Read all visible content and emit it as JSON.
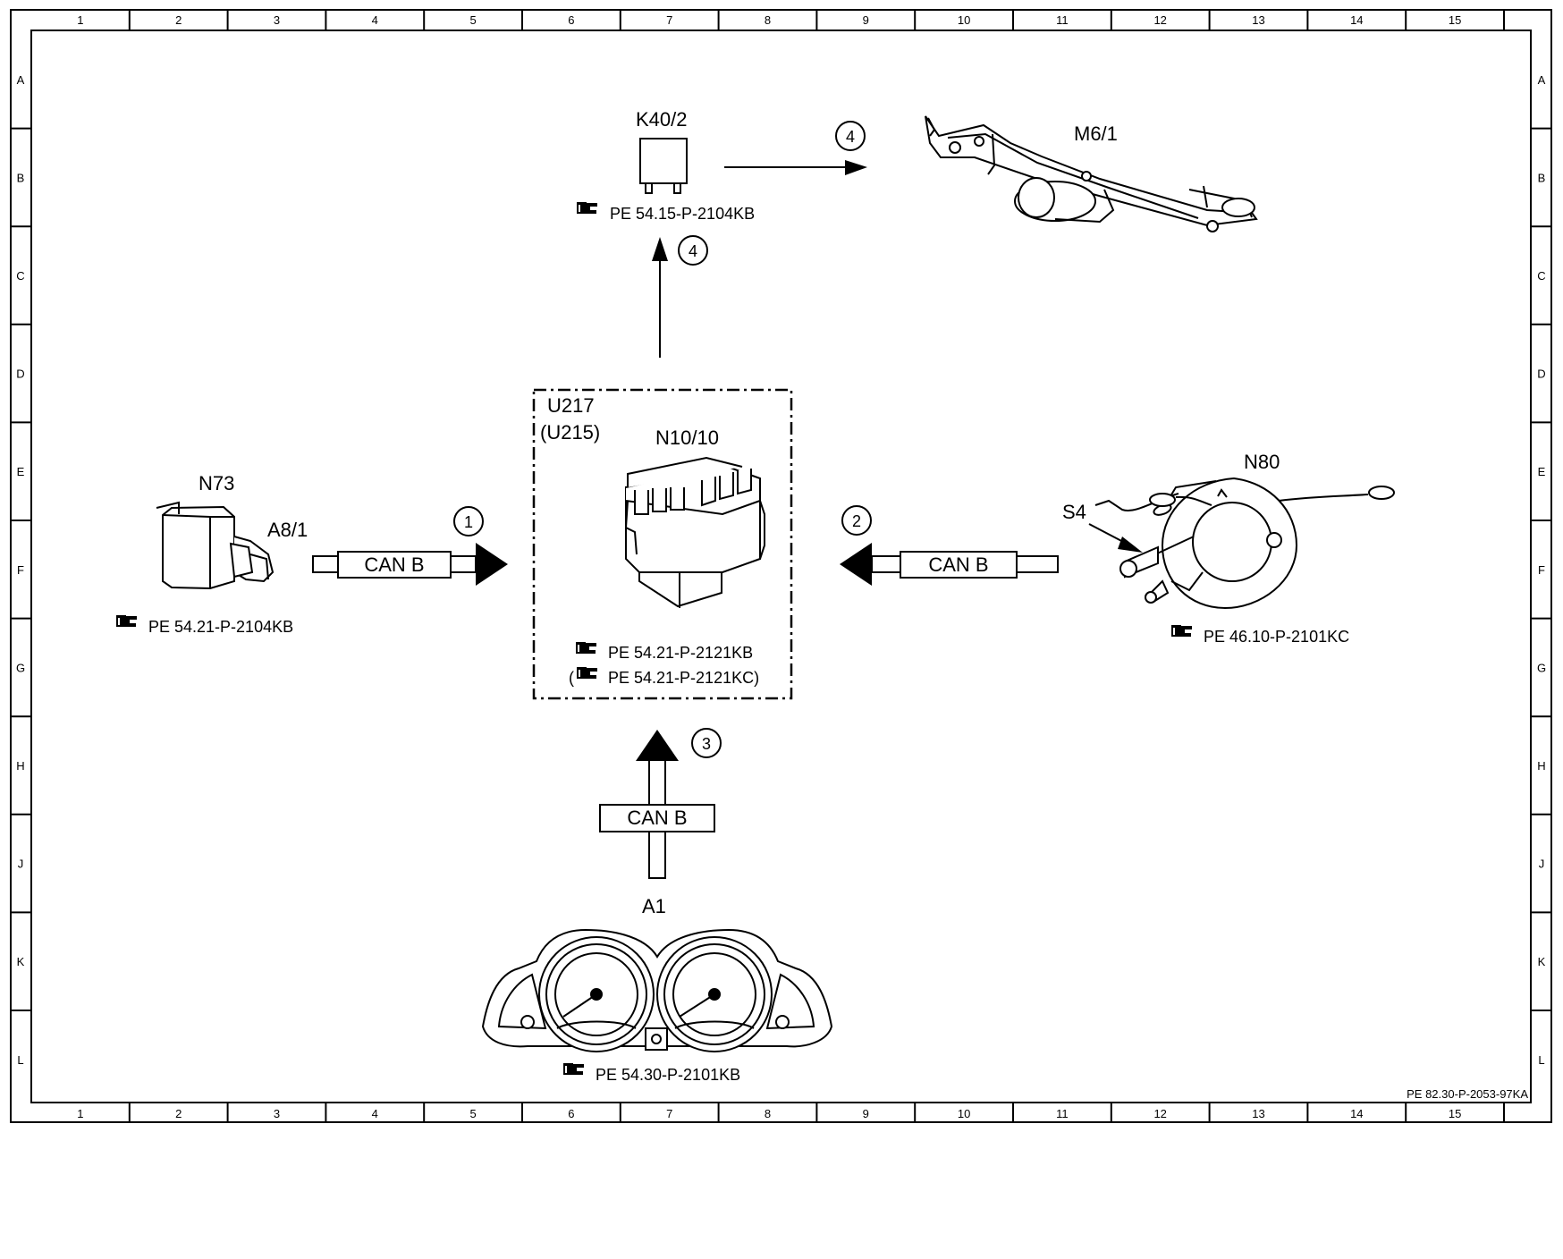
{
  "grid": {
    "columns": [
      "1",
      "2",
      "3",
      "4",
      "5",
      "6",
      "7",
      "8",
      "9",
      "10",
      "11",
      "12",
      "13",
      "14",
      "15"
    ],
    "rows": [
      "A",
      "B",
      "C",
      "D",
      "E",
      "F",
      "G",
      "H",
      "J",
      "K",
      "L"
    ]
  },
  "components": {
    "k40_2": {
      "label": "K40/2",
      "ref": "PE 54.15-P-2104KB"
    },
    "m6_1": {
      "label": "M6/1"
    },
    "u217": {
      "label": "U217",
      "alt_label": "(U215)"
    },
    "n10_10": {
      "label": "N10/10",
      "ref": "PE 54.21-P-2121KB",
      "ref_alt_open": "(",
      "ref_alt": "PE 54.21-P-2121KC)"
    },
    "n73": {
      "label": "N73",
      "ref": "PE 54.21-P-2104KB"
    },
    "a8_1": {
      "label": "A8/1"
    },
    "n80": {
      "label": "N80",
      "ref": "PE 46.10-P-2101KC"
    },
    "s4": {
      "label": "S4"
    },
    "a1": {
      "label": "A1",
      "ref": "PE 54.30-P-2101KB"
    }
  },
  "signals": {
    "can_left": "CAN B",
    "can_right": "CAN B",
    "can_bottom": "CAN B",
    "step1": "1",
    "step2": "2",
    "step3": "3",
    "step4_up": "4",
    "step4_right": "4"
  },
  "doc_id": "PE 82.30-P-2053-97KA"
}
